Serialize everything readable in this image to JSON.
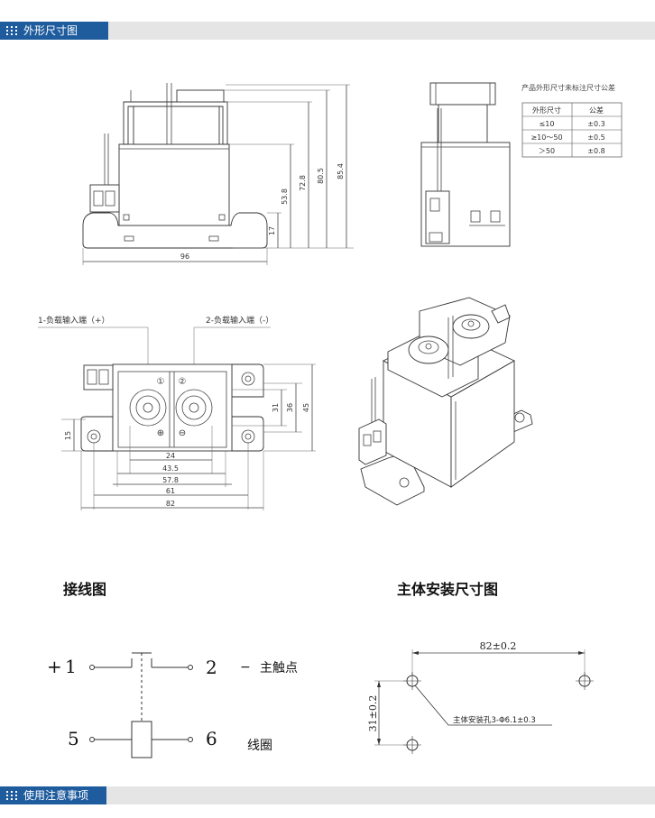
{
  "sections": {
    "top": "外形尺寸图",
    "bottom": "使用注意事项"
  },
  "tolerance_table": {
    "caption": "产品外形尺寸未标注尺寸公差",
    "headers": [
      "外形尺寸",
      "公差"
    ],
    "rows": [
      [
        "≤10",
        "±0.3"
      ],
      [
        "≥10～50",
        "±0.5"
      ],
      [
        "＞50",
        "±0.8"
      ]
    ]
  },
  "front_view": {
    "dims": {
      "width": "96",
      "h17": "17",
      "h53": "53.8",
      "h72": "72.8",
      "h80": "80.5",
      "h85": "85.4"
    }
  },
  "top_view": {
    "label_plus": "1-负载输入端（+）",
    "label_minus": "2-负载输入端（-）",
    "terminal_1": "①",
    "terminal_2": "②",
    "plus_sign": "⊕",
    "minus_sign": "⊖",
    "dims": {
      "d24": "24",
      "d43": "43.5",
      "d57": "57.8",
      "d61": "61",
      "d82": "82",
      "d15": "15",
      "d31": "31",
      "d36": "36",
      "d45": "45"
    }
  },
  "wiring": {
    "heading": "接线图",
    "pin1": "1",
    "pin2": "2",
    "pin5": "5",
    "pin6": "6",
    "plus": "+",
    "main_contact": "主触点",
    "dash": "−",
    "coil": "线圈"
  },
  "mounting": {
    "heading": "主体安装尺寸图",
    "width_dim": "82±0.2",
    "height_dim": "31±0.2",
    "hole_label": "主体安装孔3-Φ6.1±0.3"
  }
}
